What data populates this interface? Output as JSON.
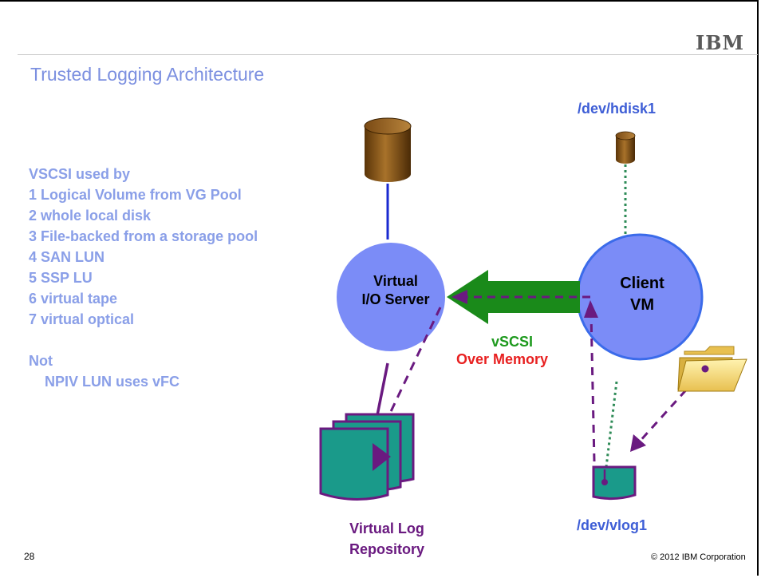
{
  "slide": {
    "logo": "IBM",
    "title": "Trusted Logging Architecture",
    "slide_number": "28",
    "copyright": "© 2012 IBM Corporation"
  },
  "left_text": {
    "heading": "VSCSI used by",
    "items": [
      "1 Logical Volume from VG Pool",
      "2 whole local disk",
      "3 File-backed from a storage pool",
      "4 SAN LUN",
      "5 SSP LU",
      "6 virtual tape",
      "7 virtual optical"
    ],
    "not_heading": "Not",
    "not_item": "NPIV LUN uses vFC"
  },
  "diagram": {
    "vio_server_line1": "Virtual",
    "vio_server_line2": "I/O Server",
    "client_line1": "Client",
    "client_line2": "VM",
    "hdisk_label": "/dev/hdisk1",
    "vlog_label": "/dev/vlog1",
    "vscsi_label": "vSCSI",
    "over_memory_label": "Over Memory",
    "repo_line1": "Virtual Log",
    "repo_line2": "Repository",
    "colors": {
      "circle_fill": "#7b8cf7",
      "client_border": "#3b6bea",
      "disk_body": "#8a5a1c",
      "green_arrow": "#1a8a1a",
      "purple": "#6a1a80",
      "teal_doc": "#1a9a8a",
      "link_blue": "#1a2ad0",
      "dotted_green": "#2e8b57",
      "title_blue": "#7b8fe0"
    }
  }
}
